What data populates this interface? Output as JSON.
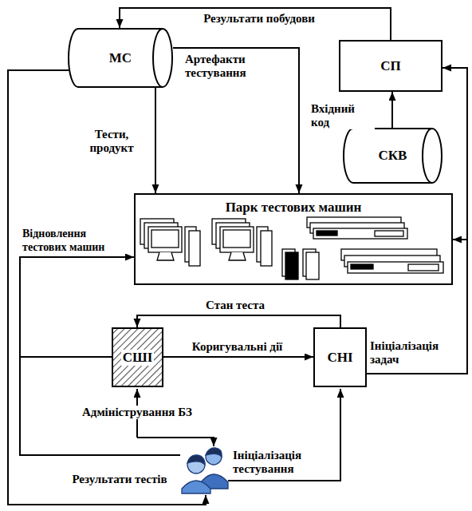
{
  "diagram": {
    "nodes": [
      {
        "text": [
          "МС"
        ]
      },
      {
        "text": [
          "СП"
        ]
      },
      {
        "text": [
          "СКВ"
        ]
      },
      {
        "text": [
          "Парк тестових машин"
        ]
      },
      {
        "text": [
          "СШІ"
        ]
      },
      {
        "text": [
          "СНІ"
        ]
      }
    ],
    "edges": [
      {
        "from": 1,
        "to": 0,
        "label": "Результати побудови",
        "arrow": "to"
      },
      {
        "from": 2,
        "to": 1,
        "label": "Вхідний код",
        "arrow": "to"
      },
      {
        "from": 0,
        "to": 3,
        "label": "Тести, продукт",
        "arrow": "to"
      },
      {
        "from": 0,
        "to": 3,
        "label": "Артефакти тестування",
        "arrow": "to"
      },
      {
        "from": 5,
        "to": 3,
        "label": "Ініціалізація задач",
        "arrow": "to"
      },
      {
        "from": 5,
        "to": 1,
        "arrow": "to"
      },
      {
        "from": 5,
        "to": 4,
        "label": "Стан теста",
        "arrow": "to"
      },
      {
        "from": 4,
        "to": 5,
        "label": "Коригувальні дії",
        "arrow": "to"
      },
      {
        "from": 4,
        "to": 3,
        "label": "Відновлення тестових машин",
        "arrow": "to"
      }
    ],
    "labels": [
      "Адміністрування БЗ",
      "Ініціалізація тестування",
      "Результати тестів"
    ]
  }
}
